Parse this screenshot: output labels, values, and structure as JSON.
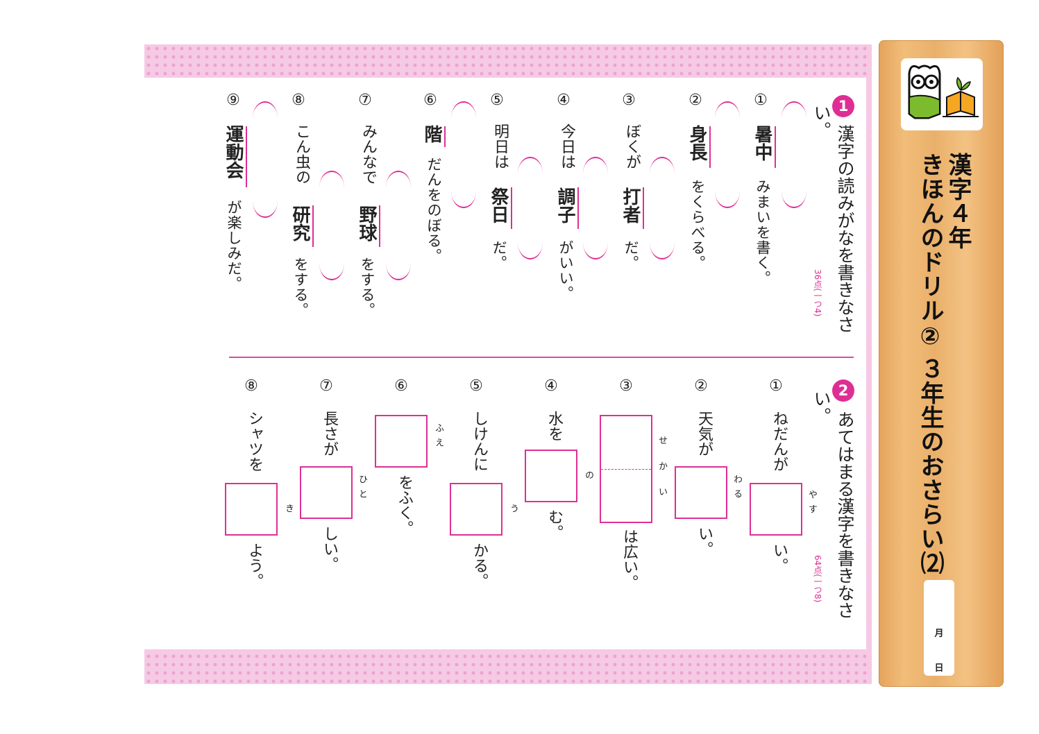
{
  "header": {
    "title_line1": "漢字４年",
    "title_line2": "きほんのドリル②",
    "title_line3": "３年生のおさらい⑵",
    "date_month": "月",
    "date_day": "日"
  },
  "section1": {
    "number": "1",
    "instruction_line1": "漢字の読みがなを書きなさ",
    "instruction_line2": "い。",
    "points": "36点(一つ4)",
    "questions": [
      {
        "num": "①",
        "a": "",
        "b": "暑中",
        "c": "みまいを書く。"
      },
      {
        "num": "②",
        "a": "",
        "b": "身長",
        "c": "をくらべる。"
      },
      {
        "num": "③",
        "a": "ぼくが",
        "b": "打者",
        "c": "だ。"
      },
      {
        "num": "④",
        "a": "今日は",
        "b": "調子",
        "c": "がいい。"
      },
      {
        "num": "⑤",
        "a": "明日は",
        "b": "祭日",
        "c": "だ。"
      },
      {
        "num": "⑥",
        "a": "",
        "b": "階",
        "c": "だんをのぼる。"
      },
      {
        "num": "⑦",
        "a": "みんなで",
        "b": "野球",
        "c": "をする。"
      },
      {
        "num": "⑧",
        "a": "こん虫の",
        "b": "研究",
        "c": "をする。"
      },
      {
        "num": "⑨",
        "a": "",
        "b": "運動会",
        "c": "が楽しみだ。"
      }
    ]
  },
  "section2": {
    "number": "2",
    "instruction_line1": "あてはまる漢字を書きなさ",
    "instruction_line2": "い。",
    "points": "64点(一つ8)",
    "questions": [
      {
        "num": "①",
        "before": "ねだんが",
        "furigana": "やす",
        "after": "い。"
      },
      {
        "num": "②",
        "before": "天気が",
        "furigana": "わる",
        "after": "い。"
      },
      {
        "num": "③",
        "before": "",
        "furigana": "せかい",
        "after": "は広い。"
      },
      {
        "num": "④",
        "before": "水を",
        "furigana": "の",
        "after": "む。"
      },
      {
        "num": "⑤",
        "before": "しけんに",
        "furigana": "う",
        "after": "かる。"
      },
      {
        "num": "⑥",
        "before": "",
        "furigana": "ふえ",
        "after": "をふく。"
      },
      {
        "num": "⑦",
        "before": "長さが",
        "furigana": "ひと",
        "after": "しい。"
      },
      {
        "num": "⑧",
        "before": "シャツを",
        "furigana": "き",
        "after": "よう。"
      }
    ]
  },
  "colors": {
    "accent": "#de2e95",
    "board": "#eeb36d",
    "dots": "#f6c9e5"
  }
}
